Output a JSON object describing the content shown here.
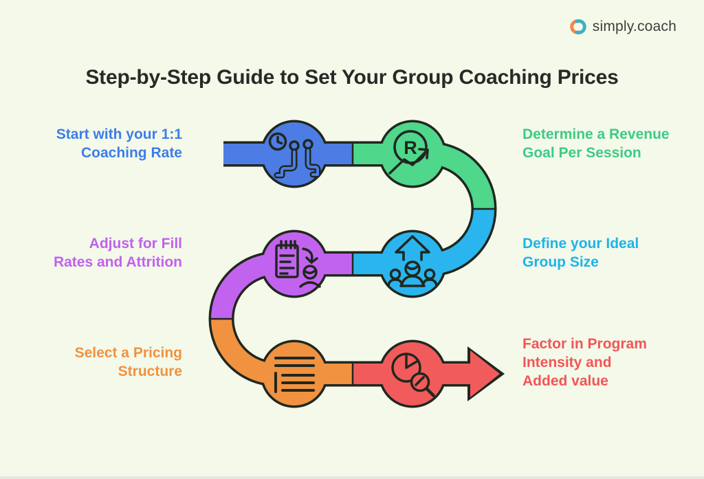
{
  "page": {
    "background": "#f4f9ea",
    "bottom_strip_color": "#e6e8de"
  },
  "logo": {
    "text": "simply.coach",
    "icon": "simply-coach-logo-icon",
    "orange": "#ef8a4a",
    "teal": "#3fafc4",
    "text_color": "#3b403d"
  },
  "title": {
    "text": "Step-by-Step Guide to Set Your Group Coaching Prices",
    "color": "#262b27"
  },
  "diagram": {
    "outline_color": "#20271f",
    "steps": [
      {
        "id": 1,
        "side": "left",
        "label": "Start with your 1:1\nCoaching Rate",
        "color": "#3c7de9",
        "circle_color": "#4d7de4",
        "icon": "one-on-one-session-icon"
      },
      {
        "id": 2,
        "side": "right",
        "label": "Determine a Revenue\nGoal Per Session",
        "color": "#3dcb84",
        "circle_color": "#4fd78c",
        "icon": "revenue-goal-icon",
        "icon_letter": "R"
      },
      {
        "id": 3,
        "side": "left",
        "label": "Adjust for Fill\nRates and Attrition",
        "color": "#c161ee",
        "circle_color": "#c263f0",
        "icon": "attrition-checklist-icon"
      },
      {
        "id": 4,
        "side": "right",
        "label": "Define your Ideal\nGroup Size",
        "color": "#1cb4ea",
        "circle_color": "#2ab5ee",
        "icon": "group-size-icon"
      },
      {
        "id": 5,
        "side": "left",
        "label": "Select a Pricing\nStructure",
        "color": "#f0923f",
        "circle_color": "#f0923f",
        "icon": "pricing-structure-icon"
      },
      {
        "id": 6,
        "side": "right",
        "label": "Factor in Program\nIntensity and\nAdded value",
        "color": "#f25555",
        "circle_color": "#f25b5b",
        "icon": "program-analysis-icon"
      }
    ]
  }
}
